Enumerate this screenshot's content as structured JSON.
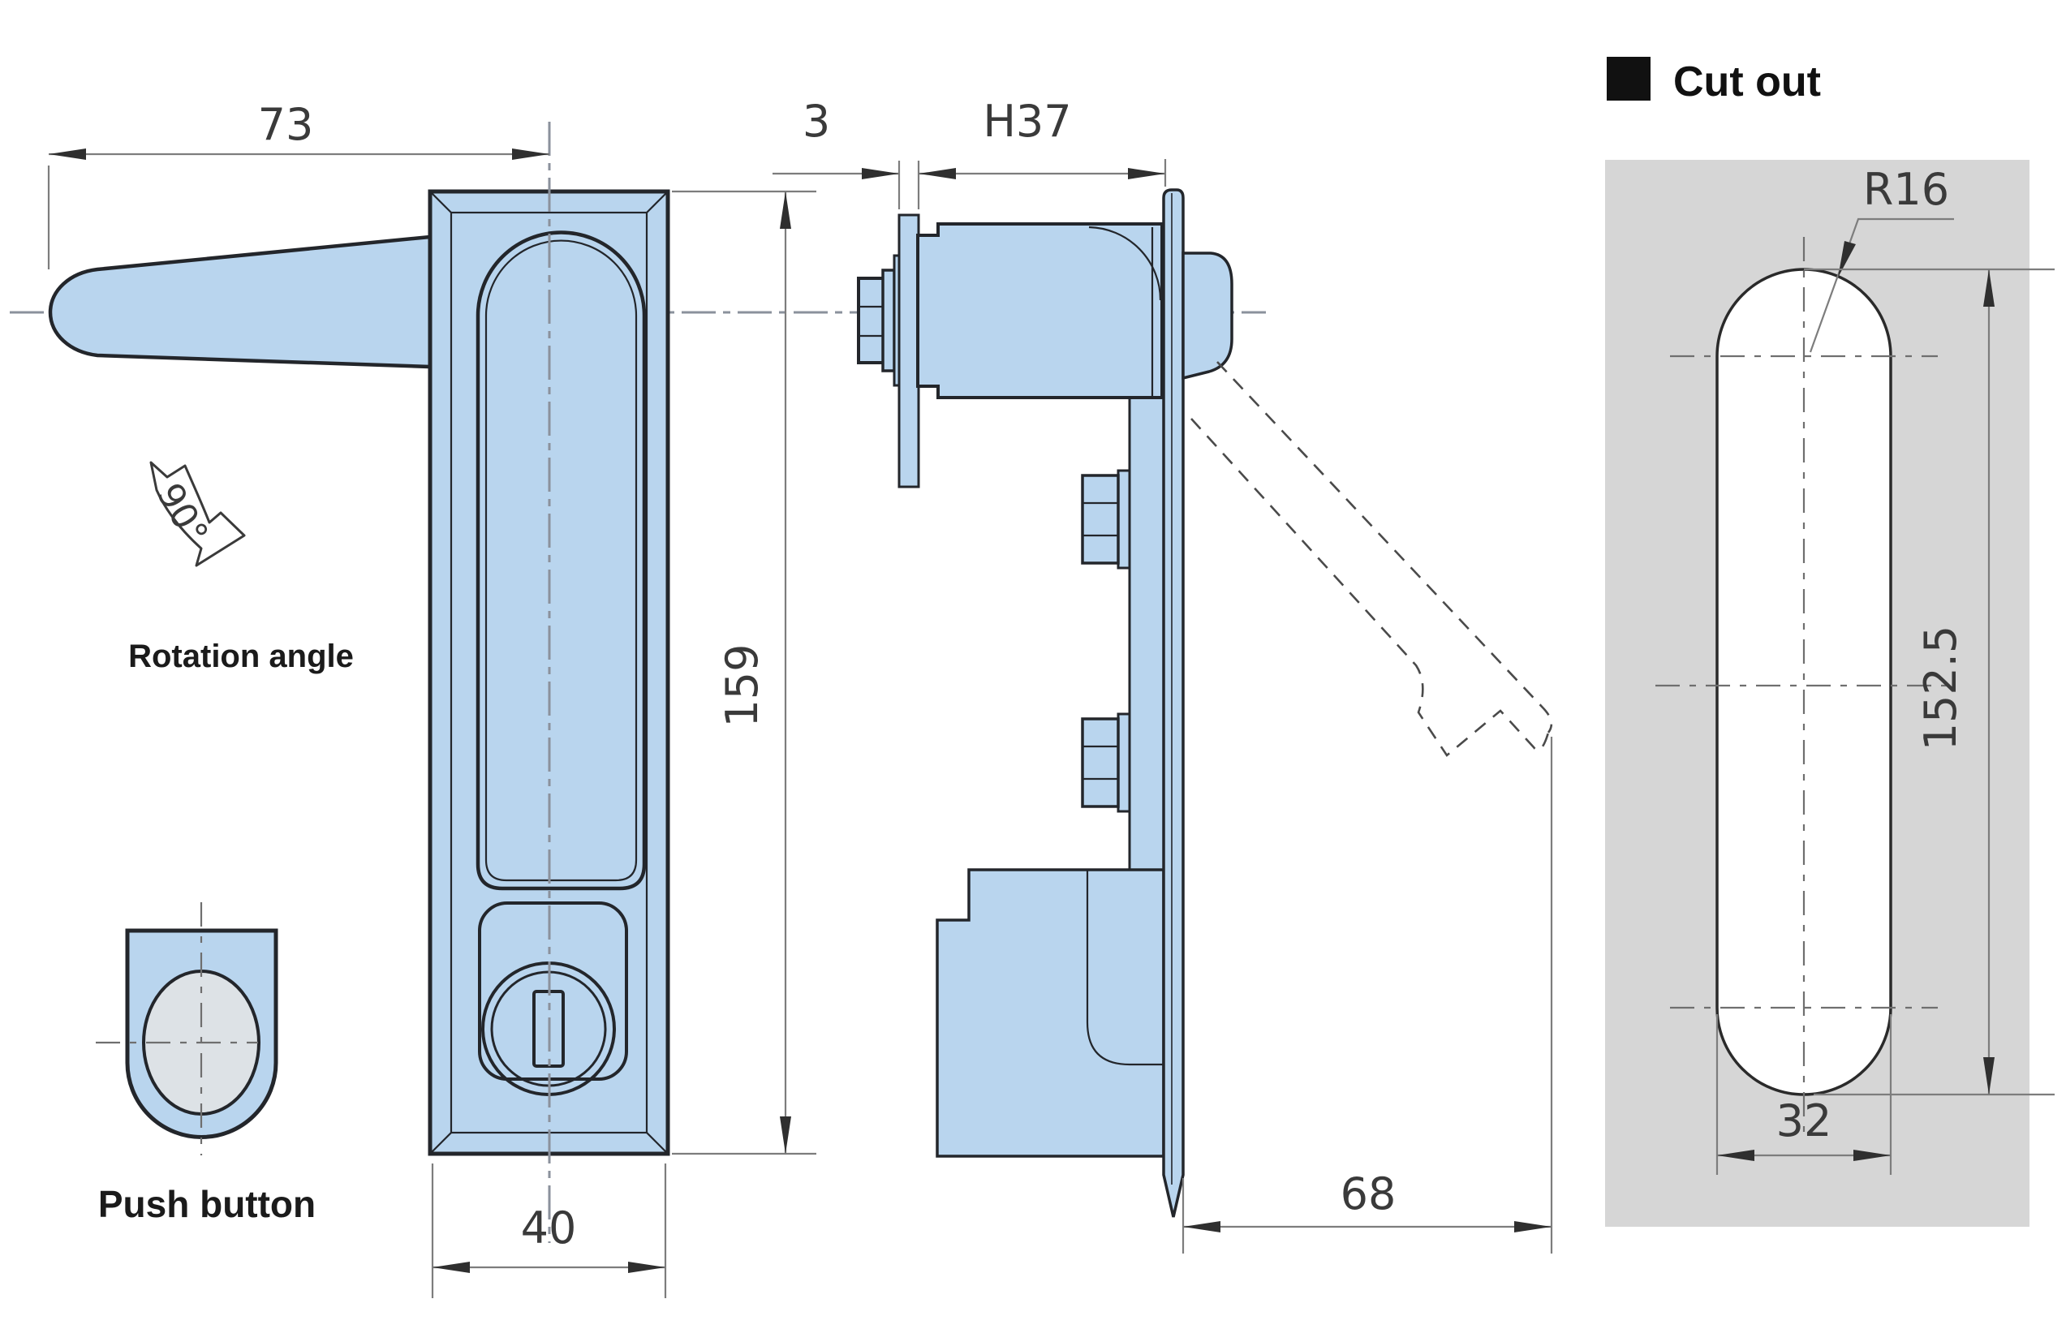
{
  "drawing": {
    "front_view": {
      "dim_handle_length": "73",
      "dim_body_height": "159",
      "dim_body_width": "40"
    },
    "side_view": {
      "dim_door_thickness": "3",
      "dim_handle_height": "H37",
      "dim_protrusion": "68"
    },
    "cutout_view": {
      "title": "Cut out",
      "dim_corner_radius": "R16",
      "dim_cutout_height": "152.5",
      "dim_cutout_width": "32"
    },
    "annotations": {
      "rotation_value": "90°",
      "rotation_label": "Rotation angle",
      "push_button_label": "Push button"
    },
    "colors": {
      "part_fill": "#b9d5ee",
      "outline": "#23262b",
      "dimension_line": "#7d7d7d",
      "panel_gray": "#d6d6d6",
      "button_face": "#dde2e6"
    }
  }
}
